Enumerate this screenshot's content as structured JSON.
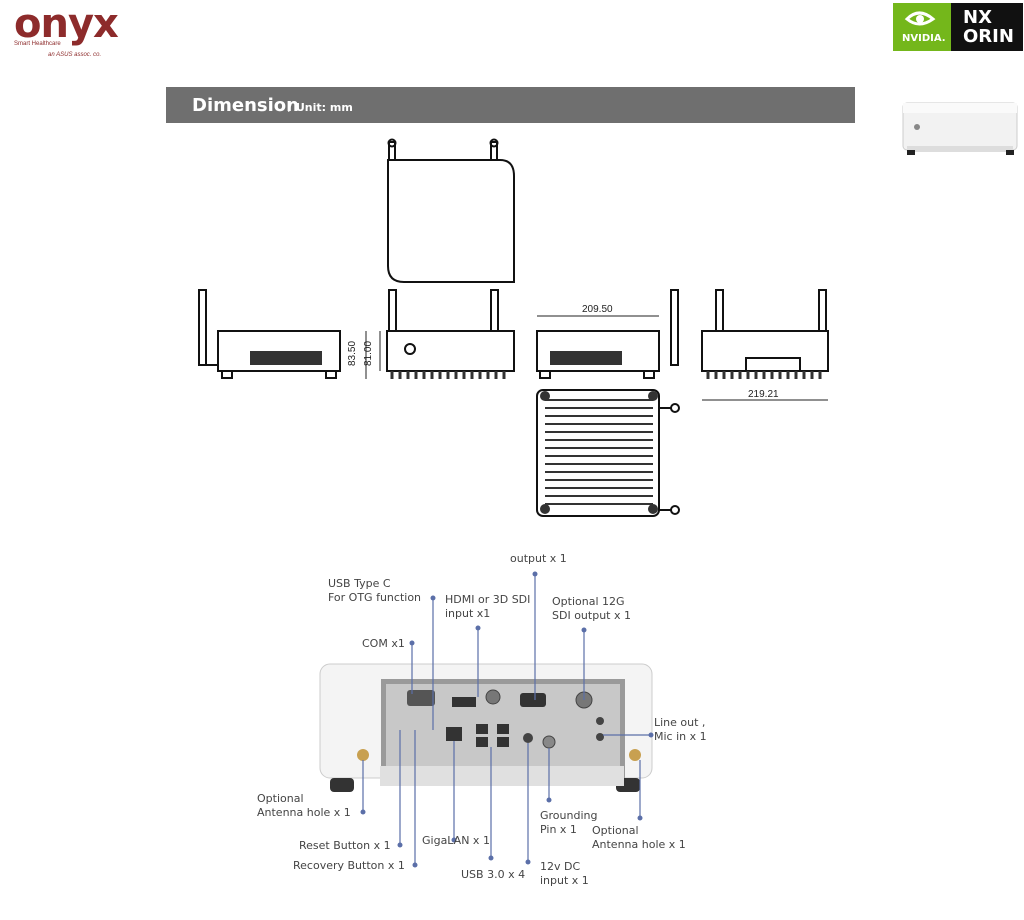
{
  "brand": {
    "name": "onyx",
    "tagline": "Smart Healthcare",
    "assoc": "an ASUS assoc. co."
  },
  "badge": {
    "vendor": "NVIDIA.",
    "product_line1": "NX",
    "product_line2": "ORIN"
  },
  "banner": {
    "title": "Dimension",
    "unit": "/ Unit: mm"
  },
  "dimensions": {
    "height_outer": "83.50",
    "height_inner": "81.00",
    "width_top": "209.50",
    "width_bottom": "219.21"
  },
  "ports": {
    "usb_type_c": "USB Type C\nFor OTG function",
    "output": "output x 1",
    "hdmi": "HDMI or 3D SDI\ninput x1",
    "optional_12g": "Optional 12G\nSDI output x 1",
    "com": "COM x1",
    "line_out": "Line out ,\nMic in x 1",
    "antenna_left": "Optional\nAntenna hole x 1",
    "reset": "Reset Button x 1",
    "recovery": "Recovery Button x 1",
    "gigalan": "GigaLAN x 1",
    "usb30": "USB 3.0 x 4",
    "grounding": "Grounding\nPin x 1",
    "antenna_right": "Optional\nAntenna hole x 1",
    "dc12v": "12v DC\ninput x 1"
  },
  "colors": {
    "brand": "#8d2b2b",
    "nvidia_green": "#74b71b",
    "banner": "#6f6f6f",
    "callout": "#5b6fa8"
  }
}
